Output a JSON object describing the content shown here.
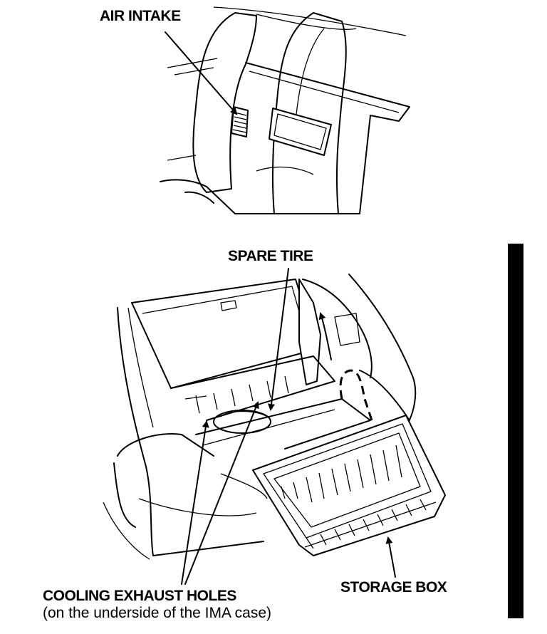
{
  "labels": {
    "air_intake": "AIR INTAKE",
    "spare_tire": "SPARE TIRE",
    "cooling_exhaust_holes": "COOLING EXHAUST HOLES",
    "cooling_exhaust_note": "(on the underside of the IMA case)",
    "storage_box": "STORAGE BOX"
  }
}
